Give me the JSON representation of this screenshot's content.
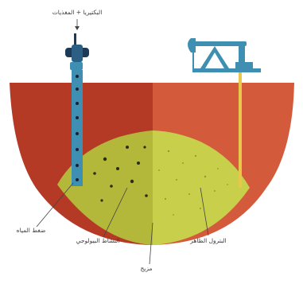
{
  "labels": {
    "top_injection": "البكتيريا + المغذيات",
    "water_pressure": "ضغط المياه",
    "biological_activity": "النشاط البيولوجي",
    "mixture": "مزيج",
    "released_oil": "البترول الظاهر"
  },
  "colors": {
    "surface_left": "#b43a26",
    "surface_right": "#d45a3c",
    "reservoir_left": "#b4b83a",
    "reservoir_right": "#c8cf4a",
    "pipe_blue": "#3f8fb2",
    "dark_navy": "#1d3a57",
    "pump_yellow": "#e8c84a"
  }
}
